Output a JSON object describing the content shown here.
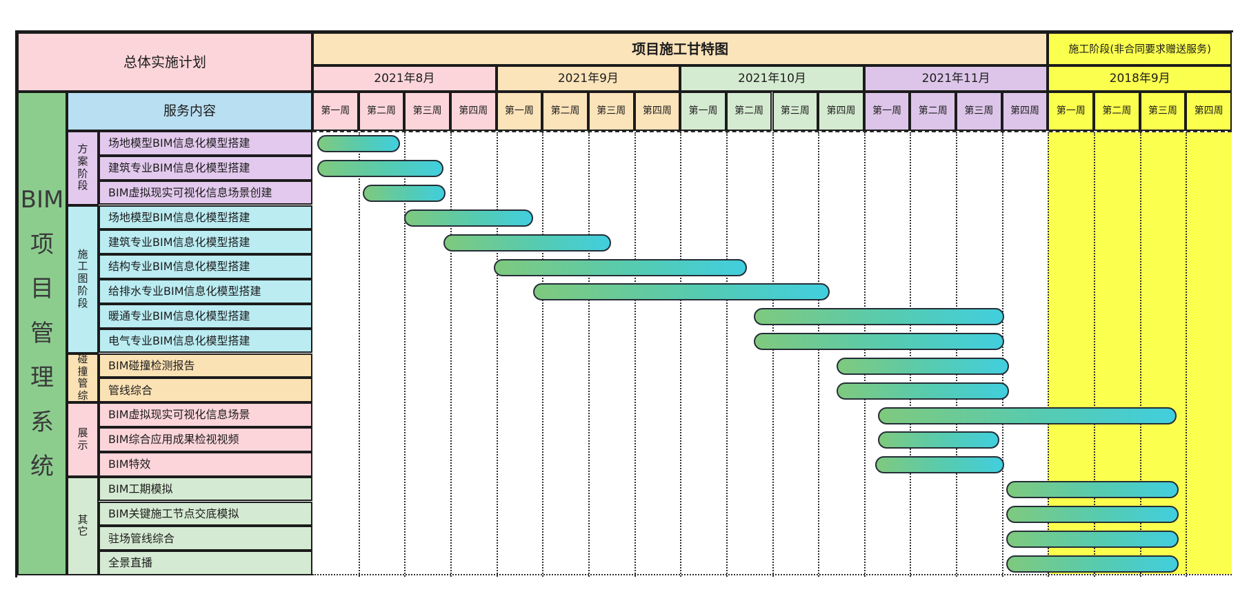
{
  "header": {
    "plan_title": "总体实施计划",
    "gantt_title": "项目施工甘特图",
    "bonus_title": "施工阶段(非合同要求赠送服务)",
    "service_col_title": "服务内容",
    "system_title": "BIM项目管理系统"
  },
  "styles": {
    "line_color": "#1b1b1b",
    "corner_pink": "#fcd5da",
    "gantt_title_bg": "#fbe3ba",
    "bonus_bg": "#fbff4d",
    "service_bg": "#b9dff2",
    "system_bg": "#8ccd8e",
    "bar_gradient_start": "#7fc97e",
    "bar_gradient_mid": "#56cbb0",
    "bar_gradient_end": "#41cede",
    "bar_border": "#242d36",
    "highlight_band": "#fbff4d"
  },
  "chart_data": {
    "type": "bar",
    "subtype": "gantt",
    "title": "项目施工甘特图",
    "x_axis": {
      "unit": "week",
      "total_weeks": 20,
      "week_labels": [
        "第一周",
        "第二周",
        "第三周",
        "第四周"
      ],
      "months": [
        {
          "label": "2021年8月",
          "weeks": 4,
          "color": "#fcd5da"
        },
        {
          "label": "2021年9月",
          "weeks": 4,
          "color": "#fbe3ba"
        },
        {
          "label": "2021年10月",
          "weeks": 4,
          "color": "#d5ebd1"
        },
        {
          "label": "2021年11月",
          "weeks": 4,
          "color": "#ddc5ea"
        },
        {
          "label": "2018年9月",
          "weeks": 4,
          "color": "#fbff4d"
        }
      ],
      "highlight_band": {
        "start_week": 16,
        "end_week": 20,
        "meaning": "施工阶段(非合同要求赠送服务)"
      }
    },
    "series": [
      {
        "group": "方案阶段",
        "group_color": "#e3c9ee",
        "tasks": [
          {
            "label": "场地模型BIM信息化模型搭建",
            "start_week": 0.1,
            "end_week": 1.9
          },
          {
            "label": "建筑专业BIM信息化模型搭建",
            "start_week": 0.1,
            "end_week": 2.85
          },
          {
            "label": "BIM虚拟现实可视化信息场景创建",
            "start_week": 1.1,
            "end_week": 2.9
          }
        ]
      },
      {
        "group": "施工图阶段",
        "group_color": "#baecf2",
        "tasks": [
          {
            "label": "场地模型BIM信息化模型搭建",
            "start_week": 2.0,
            "end_week": 4.8
          },
          {
            "label": "建筑专业BIM信息化模型搭建",
            "start_week": 2.85,
            "end_week": 6.5
          },
          {
            "label": "结构专业BIM信息化模型搭建",
            "start_week": 3.95,
            "end_week": 9.45
          },
          {
            "label": "给排水专业BIM信息化模型搭建",
            "start_week": 4.8,
            "end_week": 11.25
          },
          {
            "label": "暖通专业BIM信息化模型搭建",
            "start_week": 9.6,
            "end_week": 15.05
          },
          {
            "label": "电气专业BIM信息化模型搭建",
            "start_week": 9.6,
            "end_week": 15.05
          }
        ]
      },
      {
        "group": "碰撞管综",
        "group_color": "#fbe2b5",
        "tasks": [
          {
            "label": "BIM碰撞检测报告",
            "start_week": 11.4,
            "end_week": 15.15
          },
          {
            "label": "管线综合",
            "start_week": 11.4,
            "end_week": 15.15
          }
        ]
      },
      {
        "group": "展示",
        "group_color": "#fcd5da",
        "tasks": [
          {
            "label": "BIM虚拟现实可视化信息场景",
            "start_week": 12.3,
            "end_week": 18.8
          },
          {
            "label": "BIM综合应用成果检视视频",
            "start_week": 12.3,
            "end_week": 14.95
          },
          {
            "label": "BIM特效",
            "start_week": 12.25,
            "end_week": 15.05
          }
        ]
      },
      {
        "group": "其它",
        "group_color": "#d5ead2",
        "tasks": [
          {
            "label": "BIM工期模拟",
            "start_week": 15.1,
            "end_week": 18.85
          },
          {
            "label": "BIM关键施工节点交底模拟",
            "start_week": 15.1,
            "end_week": 18.85
          },
          {
            "label": "驻场管线综合",
            "start_week": 15.1,
            "end_week": 18.85
          },
          {
            "label": "全景直播",
            "start_week": 15.1,
            "end_week": 18.85
          }
        ]
      }
    ]
  }
}
